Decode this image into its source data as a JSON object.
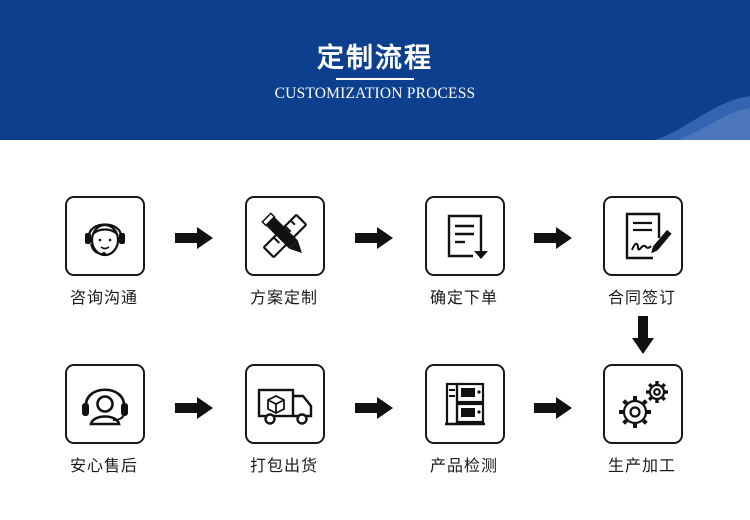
{
  "header": {
    "title": "定制流程",
    "subtitle": "CUSTOMIZATION PROCESS",
    "color": "#0d3f8f"
  },
  "steps": [
    {
      "label": "咨询沟通",
      "icon": "customer-service-agent-icon"
    },
    {
      "label": "方案定制",
      "icon": "pencil-ruler-icon"
    },
    {
      "label": "确定下单",
      "icon": "order-document-icon"
    },
    {
      "label": "合同签订",
      "icon": "contract-sign-icon"
    },
    {
      "label": "生产加工",
      "icon": "gears-icon"
    },
    {
      "label": "产品检测",
      "icon": "inspection-machine-icon"
    },
    {
      "label": "打包出货",
      "icon": "delivery-truck-icon"
    },
    {
      "label": "安心售后",
      "icon": "headset-support-icon"
    }
  ]
}
